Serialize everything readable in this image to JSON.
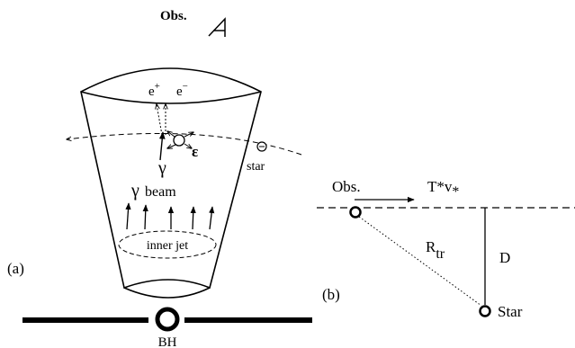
{
  "panel_a": {
    "panel_label": "(a)",
    "observer_label": "Obs.",
    "pair_label_e_plus": "e",
    "pair_label_e_plus_sup": "+",
    "pair_label_e_minus": "e",
    "pair_label_e_minus_sup": "−",
    "gamma_label": "γ",
    "epsilon_label": "ε",
    "star_label": "star",
    "beam_label_gamma": "γ",
    "beam_label_text": "beam",
    "inner_jet_label": "inner jet",
    "bh_label": "BH"
  },
  "panel_b": {
    "panel_label": "(b)",
    "observer_label": "Obs.",
    "velocity_label": "T*v",
    "velocity_sub": "*",
    "distance_label_main": "R",
    "distance_label_sub": "tr",
    "separation_label": "D",
    "star_label": "Star"
  }
}
